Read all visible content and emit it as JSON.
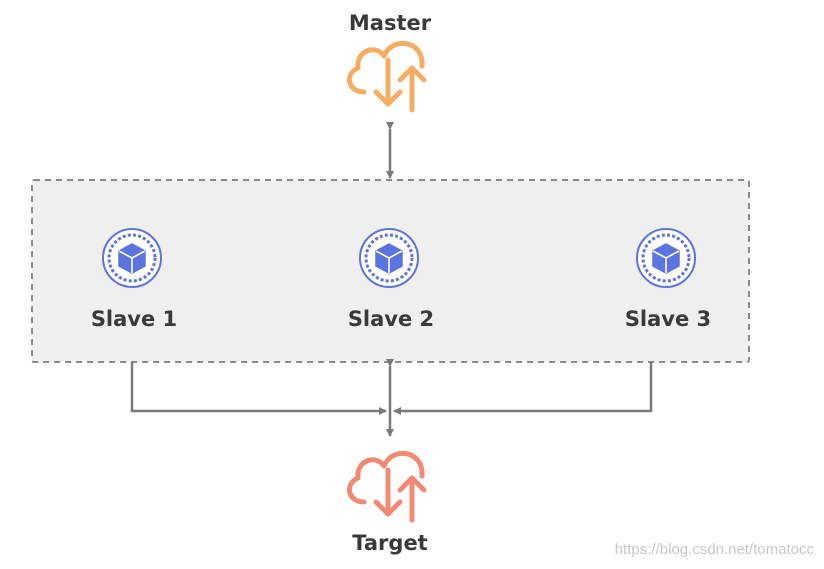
{
  "master": {
    "label": "Master",
    "icon": "cloud-sync-icon",
    "color": "#f5ad63"
  },
  "target": {
    "label": "Target",
    "icon": "cloud-sync-icon",
    "color": "#f08a72"
  },
  "slaves": [
    {
      "label": "Slave 1",
      "icon": "cube-node-icon"
    },
    {
      "label": "Slave 2",
      "icon": "cube-node-icon"
    },
    {
      "label": "Slave 3",
      "icon": "cube-node-icon"
    }
  ],
  "colors": {
    "slave_icon": "#5b74e0",
    "group_fill": "#efefef",
    "group_border": "#8a8a8a",
    "connector": "#7a7a7a"
  },
  "watermark": "https://blog.csdn.net/tomatocc"
}
